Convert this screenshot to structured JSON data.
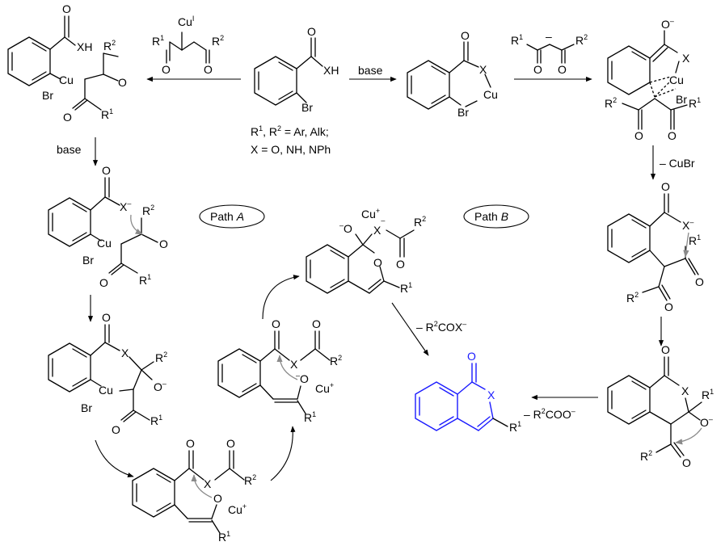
{
  "labels": {
    "substituents_line1_a": "R",
    "substituents_line1_sup": "1",
    "substituents_line1_b": ", R",
    "substituents_line1_sup2": "2",
    "substituents_line1_c": " = Ar, Alk;",
    "substituents_line2": "X = O, NH, NPh",
    "base_top": "base",
    "base_left": "base",
    "minus_cubr": "– CuBr",
    "path_a": "Path ",
    "path_a_letter": "A",
    "path_b": "Path ",
    "path_b_letter": "B",
    "loss_r2cox": "– R",
    "loss_r2cox_sup": "2",
    "loss_r2cox_tail": "COX",
    "loss_r2cox_charge": "–",
    "loss_r2coo": "– R",
    "loss_r2coo_sup": "2",
    "loss_r2coo_tail": "COO",
    "loss_r2coo_charge": "–"
  },
  "atoms": {
    "O": "O",
    "X": "X",
    "XH": "XH",
    "Br": "Br",
    "Cu": "Cu",
    "R": "R",
    "one": "1",
    "two": "2",
    "I": "I",
    "minus": "–",
    "plus": "+"
  },
  "colors": {
    "product": "#1a1aff",
    "curved_arrow": "#8a8a8a"
  }
}
